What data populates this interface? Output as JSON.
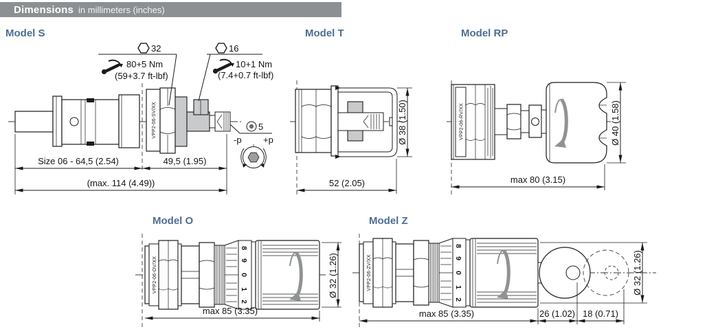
{
  "header": {
    "title": "Dimensions",
    "subtitle": "in millimeters (inches)"
  },
  "model_s": {
    "title": "Model S",
    "hex_large": "32",
    "hex_small": "16",
    "torque_large": "80+5 Nm",
    "torque_large_ft": "(59+3.7 ft-lbf)",
    "torque_small": "10+1 Nm",
    "torque_small_ft": "(7.4+0.7 ft-lbf)",
    "body_label": "VPP2-06-SV/XX",
    "socket_size": "5",
    "pressure_decrease": "-p",
    "pressure_increase": "+p",
    "dim_body": "Size 06 - 64,5 (2.54)",
    "dim_adjust": "49,5 (1.95)",
    "dim_total": "(max. 114 (4.49))"
  },
  "model_t": {
    "title": "Model T",
    "dim_diameter": "Ø 38 (1.50)",
    "dim_length": "52 (2.05)"
  },
  "model_rp": {
    "title": "Model RP",
    "body_label": "VPP2-06-RV/XX",
    "dim_diameter": "Ø 40 (1.58)",
    "dim_length": "max 80 (3.15)"
  },
  "model_o": {
    "title": "Model O",
    "body_label": "VPP2-06-OV/XX",
    "dial_digits": [
      "8",
      "9",
      "0",
      "1",
      "2"
    ],
    "dim_diameter": "Ø 32 (1.26)",
    "dim_length": "max 85 (3.35)"
  },
  "model_z": {
    "title": "Model Z",
    "body_label": "VPP2-06-ZV/XX",
    "dial_digits": [
      "8",
      "9",
      "0",
      "1",
      "2"
    ],
    "dim_diameter": "Ø 32 (1.26)",
    "dim_length": "max 85 (3.35)",
    "dim_key": "26 (1.02)",
    "dim_key_rotated": "18 (0.71)"
  },
  "colors": {
    "header_bar": "#8c9093",
    "model_title": "#4d6e92",
    "line": "#1b1b1b",
    "shade": "#c8cacb",
    "rotation_arrow": "#909394"
  }
}
